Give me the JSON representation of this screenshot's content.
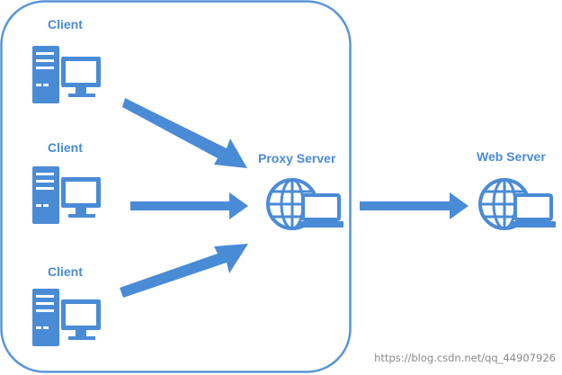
{
  "labels": {
    "client_1": "Client",
    "client_2": "Client",
    "client_3": "Client",
    "proxy": "Proxy Server",
    "web": "Web Server"
  },
  "watermark": "https://blog.csdn.net/qq_44907926",
  "colors": {
    "accent": "#4a8bd6",
    "border": "#5b95d8",
    "icon_fill": "#4a8bd6",
    "watermark": "#8a8a8a"
  },
  "icons": {
    "client": "desktop-computer-icon",
    "server": "globe-laptop-icon"
  }
}
